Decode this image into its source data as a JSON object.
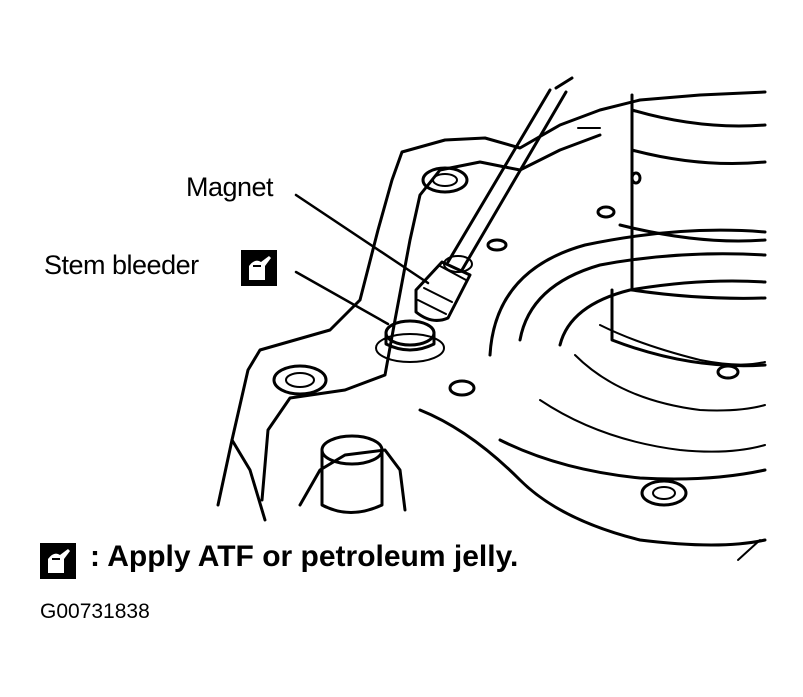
{
  "labels": {
    "magnet": "Magnet",
    "stem_bleeder": "Stem bleeder"
  },
  "legend": {
    "icon": "oil-can-icon",
    "text": ": Apply ATF or petroleum jelly."
  },
  "figure_code": "G00731838",
  "colors": {
    "ink": "#000000",
    "paper": "#ffffff"
  }
}
